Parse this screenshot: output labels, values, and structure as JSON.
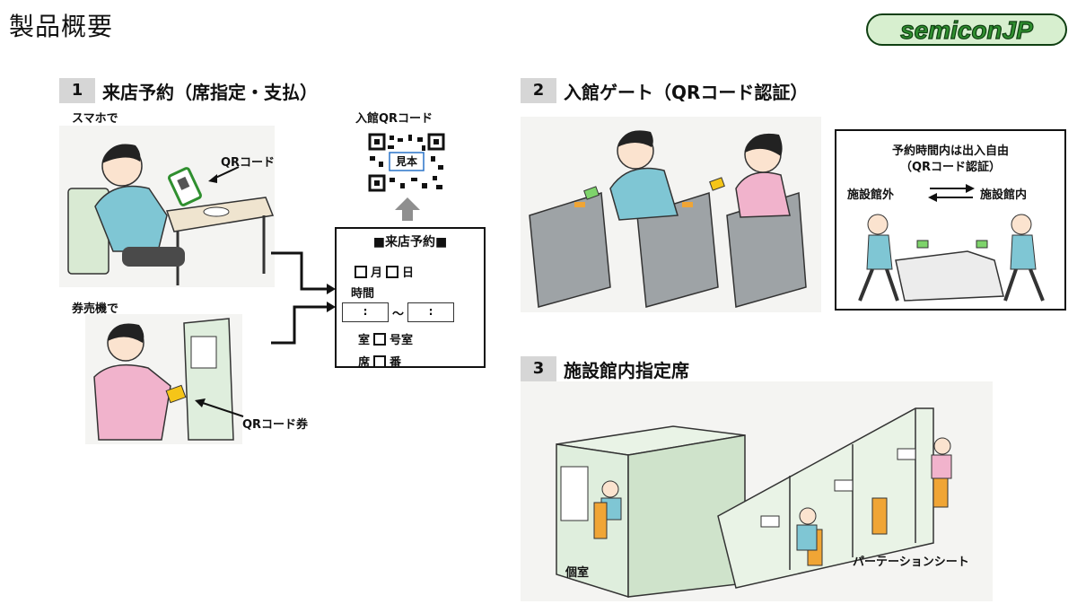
{
  "page": {
    "title": "製品概要"
  },
  "logo": {
    "text": "semiconJP"
  },
  "section1": {
    "number": "1",
    "title": "来店予約（席指定・支払）",
    "smartphone_label": "スマホで",
    "qr_label": "QRコード",
    "kiosk_label": "券売機で",
    "ticket_label": "QRコード券",
    "entry_qr_label": "入館QRコード",
    "qr_sample_text": "見本",
    "form": {
      "title": "■来店予約■",
      "month": "月",
      "day": "日",
      "time_label": "時間",
      "time_start": ":",
      "tilde": "〜",
      "time_end": ":",
      "room_label": "室",
      "room_number": "号室",
      "seat_label": "席",
      "seat_number": "番"
    }
  },
  "section2": {
    "number": "2",
    "title": "入館ゲート（QRコード認証）",
    "info_line1": "予約時間内は出入自由",
    "info_line2": "（QRコード認証）",
    "outside": "施設館外",
    "inside": "施設館内"
  },
  "section3": {
    "number": "3",
    "title": "施設館内指定席",
    "private_room": "個室",
    "partition_seat": "パーテーションシート"
  },
  "colors": {
    "logo_green": "#2f8f2f",
    "logo_dark": "#0f3f12",
    "section_badge": "#d6d6d6",
    "booth_green": "#dfeedd",
    "gate_gray": "#9ea3a6",
    "chair_orange": "#f0a535",
    "shirt_blue": "#7fc6d4",
    "shirt_pink": "#f1b3cc"
  }
}
